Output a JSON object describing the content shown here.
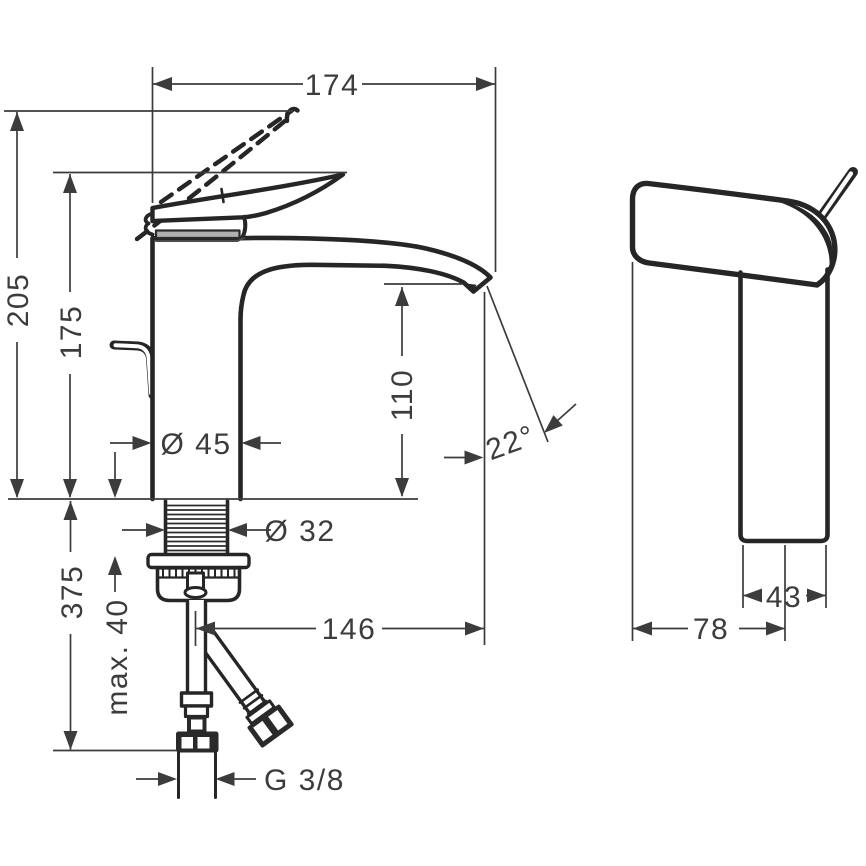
{
  "drawing": {
    "kind": "technical dimension drawing, single-lever basin faucet, front and side views",
    "colors": {
      "background": "#ffffff",
      "object_outline": "#262626",
      "dimension_lines": "#3c3c3c",
      "escutcheon_fill": "#b0b0b0"
    }
  },
  "dims": {
    "front": {
      "spout_reach_top": "174",
      "height_total": "205",
      "height_handle": "175",
      "height_spout": "110",
      "dia_base": "Ø 45",
      "dia_shank": "Ø 32",
      "hose_length": "375",
      "mount_thickness": "max. 40",
      "reach_outlet": "146",
      "outlet_angle": "22°",
      "thread": "G 3/8"
    },
    "side": {
      "body_width": "43",
      "depth_total": "78"
    }
  }
}
